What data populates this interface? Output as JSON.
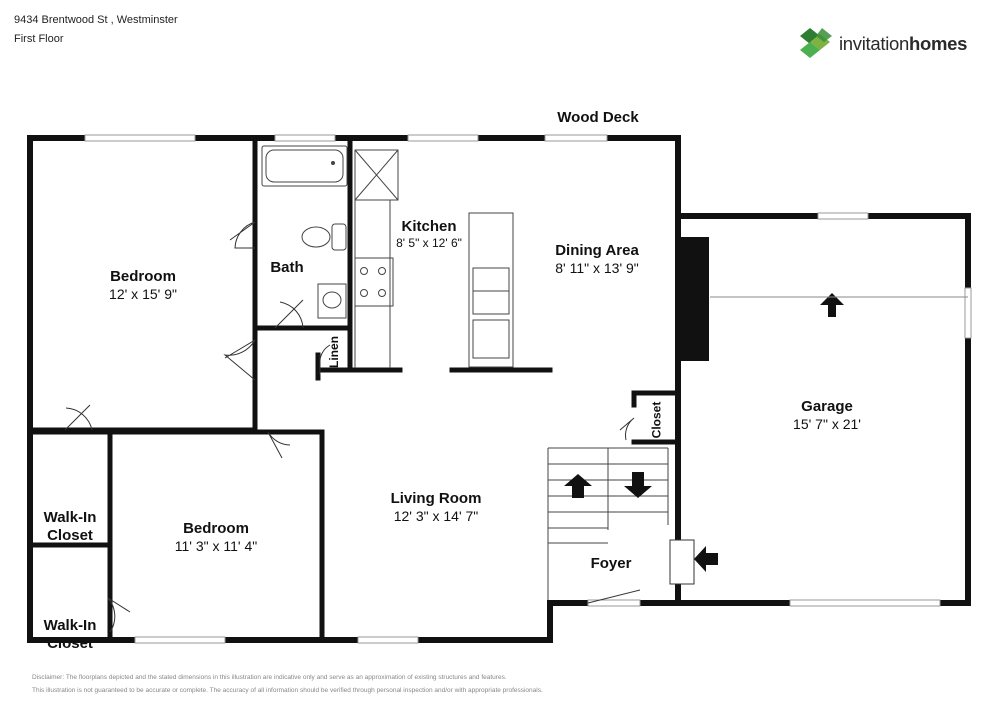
{
  "header": {
    "address": "9434 Brentwood St , Westminster",
    "floor": "First Floor"
  },
  "brand": {
    "name_regular": "invitation",
    "name_bold": "homes",
    "colors": {
      "dark_green": "#2e7d32",
      "light_green": "#7cb342",
      "mid_green": "#4caf50"
    }
  },
  "rooms": {
    "wood_deck": {
      "name": "Wood Deck"
    },
    "kitchen": {
      "name": "Kitchen",
      "dims": "8' 5\" x 12' 6\""
    },
    "dining": {
      "name": "Dining Area",
      "dims": "8' 11\" x 13' 9\""
    },
    "bedroom1": {
      "name": "Bedroom",
      "dims": "12' x 15' 9\""
    },
    "bath": {
      "name": "Bath"
    },
    "linen": {
      "name": "Linen"
    },
    "closet": {
      "name": "Closet"
    },
    "garage": {
      "name": "Garage",
      "dims": "15' 7\" x 21'"
    },
    "walkin1": {
      "name": "Walk-In\nCloset"
    },
    "walkin2": {
      "name": "Walk-In\nCloset"
    },
    "bedroom2": {
      "name": "Bedroom",
      "dims": "11' 3\" x 11' 4\""
    },
    "living": {
      "name": "Living Room",
      "dims": "12' 3\" x 14' 7\""
    },
    "foyer": {
      "name": "Foyer"
    }
  },
  "disclaimer": {
    "line1": "Disclaimer: The floorplans depicted and the stated dimensions in this illustration are indicative only and serve as an approximation of existing structures and features.",
    "line2": "This illustration is not guaranteed to be accurate or complete. The accuracy of all information should be verified through personal inspection and/or with appropriate professionals."
  },
  "style": {
    "wall_color": "#111111",
    "window_color": "#ffffff",
    "fixture_color": "#444444"
  }
}
